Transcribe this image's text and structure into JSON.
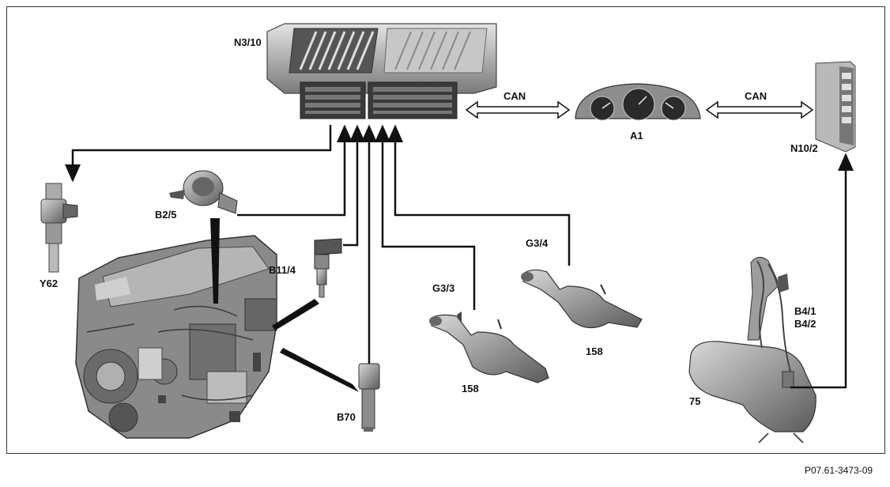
{
  "labels": {
    "ecu": "N3/10",
    "cluster": "A1",
    "module": "N10/2",
    "injector": "Y62",
    "hfm": "B2/5",
    "temp_sensor": "B11/4",
    "speed_sensor": "B70",
    "sensor_g3_3": "G3/3",
    "sensor_g3_4": "G3/4",
    "cat_left": "158",
    "cat_right": "158",
    "fuel_sensors_1": "B4/1",
    "fuel_sensors_2": "B4/2",
    "fuel_tank": "75",
    "can_left": "CAN",
    "can_right": "CAN"
  },
  "figure_ref": "P07.61-3473-09",
  "colors": {
    "line": "#111111",
    "component": "#9a9a9a",
    "component_dark": "#4a4a4a"
  }
}
